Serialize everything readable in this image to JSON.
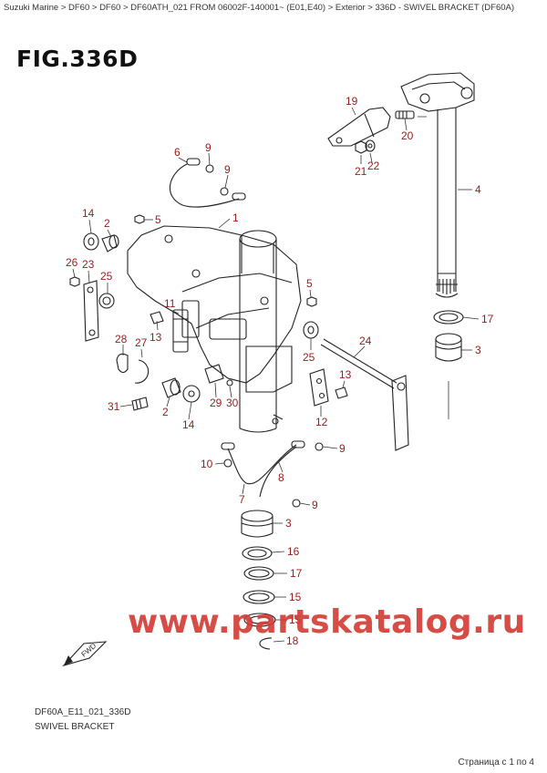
{
  "breadcrumb": "Suzuki Marine > DF60 > DF60 > DF60ATH_021 FROM 06002F-140001~ (E01,E40) > Exterior > 336D - SWIVEL BRACKET (DF60A)",
  "figure_title": "FIG.336D",
  "watermark": "www.partskatalog.ru",
  "drawing_code": "DF60A_E11_021_336D",
  "drawing_subtitle": "SWIVEL BRACKET",
  "pager": "Страница с 1 по 4",
  "fwd_label": "FWD",
  "colors": {
    "callout": "#9b1b1b",
    "watermark": "#d23a33"
  },
  "callouts": [
    {
      "id": "c19a",
      "label": "19"
    },
    {
      "id": "c20",
      "label": "20"
    },
    {
      "id": "c21",
      "label": "21"
    },
    {
      "id": "c22",
      "label": "22"
    },
    {
      "id": "c4",
      "label": "4"
    },
    {
      "id": "c6",
      "label": "6"
    },
    {
      "id": "c9a",
      "label": "9"
    },
    {
      "id": "c9b",
      "label": "9"
    },
    {
      "id": "c14a",
      "label": "14"
    },
    {
      "id": "c2a",
      "label": "2"
    },
    {
      "id": "c5a",
      "label": "5"
    },
    {
      "id": "c1",
      "label": "1"
    },
    {
      "id": "c26",
      "label": "26"
    },
    {
      "id": "c23",
      "label": "23"
    },
    {
      "id": "c25a",
      "label": "25"
    },
    {
      "id": "c11",
      "label": "11"
    },
    {
      "id": "c5b",
      "label": "5"
    },
    {
      "id": "c17a",
      "label": "17"
    },
    {
      "id": "c13a",
      "label": "13"
    },
    {
      "id": "c28",
      "label": "28"
    },
    {
      "id": "c27",
      "label": "27"
    },
    {
      "id": "c25b",
      "label": "25"
    },
    {
      "id": "c24",
      "label": "24"
    },
    {
      "id": "c3a",
      "label": "3"
    },
    {
      "id": "c13b",
      "label": "13"
    },
    {
      "id": "c31",
      "label": "31"
    },
    {
      "id": "c2b",
      "label": "2"
    },
    {
      "id": "c29",
      "label": "29"
    },
    {
      "id": "c30",
      "label": "30"
    },
    {
      "id": "c14b",
      "label": "14"
    },
    {
      "id": "c12",
      "label": "12"
    },
    {
      "id": "c9c",
      "label": "9"
    },
    {
      "id": "c10",
      "label": "10"
    },
    {
      "id": "c8",
      "label": "8"
    },
    {
      "id": "c7",
      "label": "7"
    },
    {
      "id": "c9d",
      "label": "9"
    },
    {
      "id": "c3b",
      "label": "3"
    },
    {
      "id": "c16",
      "label": "16"
    },
    {
      "id": "c17b",
      "label": "17"
    },
    {
      "id": "c15a",
      "label": "15"
    },
    {
      "id": "c15b",
      "label": "15"
    },
    {
      "id": "c18",
      "label": "18"
    }
  ]
}
